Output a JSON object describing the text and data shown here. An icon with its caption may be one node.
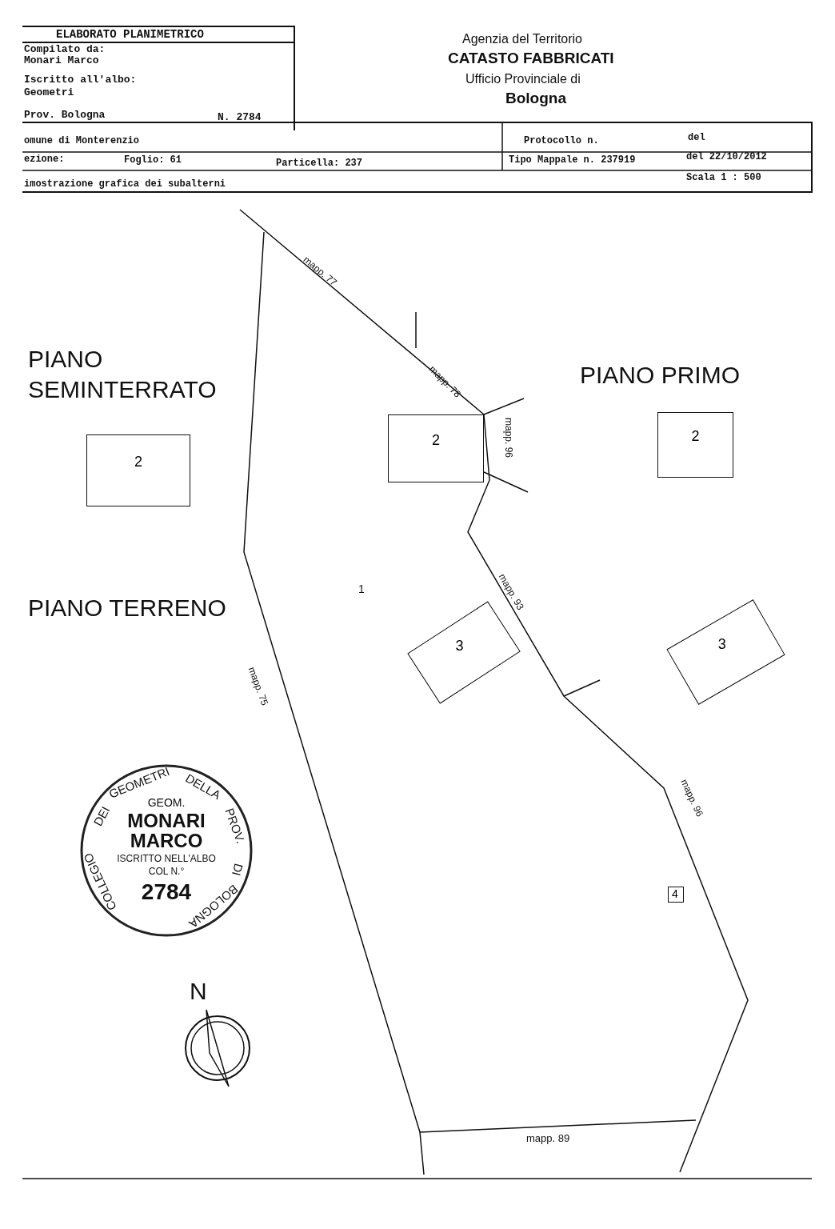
{
  "diagram": {
    "title": "ELABORATO PLANIMETRICO",
    "nodes": [
      {
        "text": [
          "2"
        ],
        "beside": [
          "PIANO SEMINTERRATO"
        ]
      },
      {
        "text": [
          "2"
        ]
      },
      {
        "text": [
          "2"
        ],
        "beside": [
          "PIANO PRIMO"
        ]
      },
      {
        "text": [
          "3"
        ]
      },
      {
        "text": [
          "3"
        ]
      },
      {
        "text": [
          "4"
        ]
      }
    ],
    "labels": [
      "Compilato da:",
      "Monari Marco",
      "Iscritto all'albo:",
      "Geometri",
      "Prov. Bologna",
      "N. 2784",
      "Agenzia del Territorio",
      "CATASTO FABBRICATI",
      "Ufficio Provinciale di",
      "Bologna",
      "omune di Monterenzio",
      "Protocollo n.",
      "del",
      "ezione:",
      "Foglio: 61",
      "Particella: 237",
      "Tipo Mappale n. 237919",
      "del 22/10/2012",
      "imostrazione grafica dei subalterni",
      "Scala 1 : 500",
      "mapp. 77",
      "mapp. 78",
      "mapp. 96",
      "1",
      "mapp. 93",
      "PIANO TERRENO",
      "mapp. 75",
      "mapp. 96",
      "COLLEGIO",
      "DEI",
      "GEOMETRI",
      "DELLA",
      "PROV.",
      "DI",
      "BOLOGNA",
      "GEOM.",
      "MONARI MARCO",
      "ISCRITTO NELL'ALBO",
      "COL N.°",
      "2784",
      "N",
      "mapp. 89"
    ]
  }
}
